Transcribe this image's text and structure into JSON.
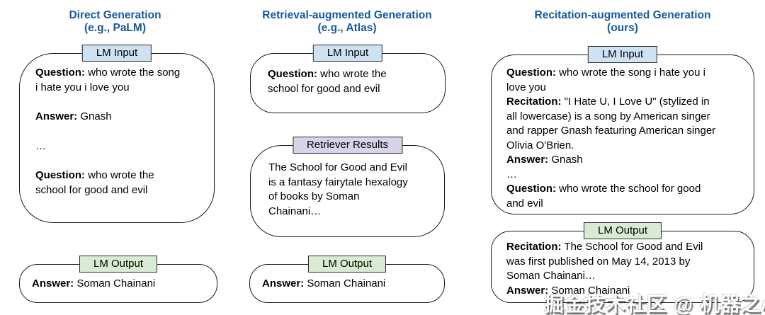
{
  "colors": {
    "title_blue": "#15599f",
    "lm_input_fill": "#cfe2f3",
    "lm_output_fill": "#d9ead3",
    "retriever_fill": "#d9d2e9",
    "box_border": "#1a1a1a"
  },
  "watermark": "掘金技术社区 @ 机器之心",
  "col1": {
    "title": "Direct Generation",
    "subtitle": "(e.g., PaLM)",
    "input_label": "LM Input",
    "input_lines": [
      {
        "bold": "Question:",
        "text": " who wrote the song"
      },
      {
        "bold": "",
        "text": "i hate you i love you"
      },
      {
        "bold": "Answer:",
        "text": " Gnash"
      },
      {
        "bold": "",
        "text": "…"
      },
      {
        "bold": "Question:",
        "text": " who wrote the"
      },
      {
        "bold": "",
        "text": "school for good and evil"
      }
    ],
    "output_label": "LM Output",
    "output_lines": [
      {
        "bold": "Answer:",
        "text": " Soman Chainani"
      }
    ]
  },
  "col2": {
    "title": "Retrieval-augmented Generation",
    "subtitle": "(e.g., Atlas)",
    "input_label": "LM Input",
    "input_lines": [
      {
        "bold": "Question:",
        "text": " who wrote the"
      },
      {
        "bold": "",
        "text": "school for good and evil"
      }
    ],
    "retriever_label": "Retriever Results",
    "retriever_lines": [
      {
        "bold": "",
        "text": "The School for Good and Evil"
      },
      {
        "bold": "",
        "text": "is a fantasy fairytale hexalogy"
      },
      {
        "bold": "",
        "text": "of books by Soman"
      },
      {
        "bold": "",
        "text": "Chainani…"
      }
    ],
    "output_label": "LM Output",
    "output_lines": [
      {
        "bold": "Answer:",
        "text": " Soman Chainani"
      }
    ]
  },
  "col3": {
    "title": "Recitation-augmented Generation",
    "subtitle": "(ours)",
    "input_label": "LM Input",
    "input_lines": [
      {
        "bold": "Question:",
        "text": " who wrote the song i hate you i"
      },
      {
        "bold": "",
        "text": "love you"
      },
      {
        "bold": "Recitation:",
        "text": " \"I Hate U, I Love U\" (stylized in"
      },
      {
        "bold": "",
        "text": "all lowercase) is a song by American singer"
      },
      {
        "bold": "",
        "text": "and rapper Gnash featuring American singer"
      },
      {
        "bold": "",
        "text": "Olivia O'Brien."
      },
      {
        "bold": "Answer:",
        "text": " Gnash"
      },
      {
        "bold": "",
        "text": "…"
      },
      {
        "bold": "Question:",
        "text": " who wrote the school for good"
      },
      {
        "bold": "",
        "text": "and evil"
      }
    ],
    "output_label": "LM Output",
    "output_lines": [
      {
        "bold": "Recitation:",
        "text": " The School for Good and Evil"
      },
      {
        "bold": "",
        "text": "was first published on May 14, 2013 by"
      },
      {
        "bold": "",
        "text": "Soman Chainani…"
      },
      {
        "bold": "Answer:",
        "text": " Soman Chainani"
      }
    ]
  }
}
